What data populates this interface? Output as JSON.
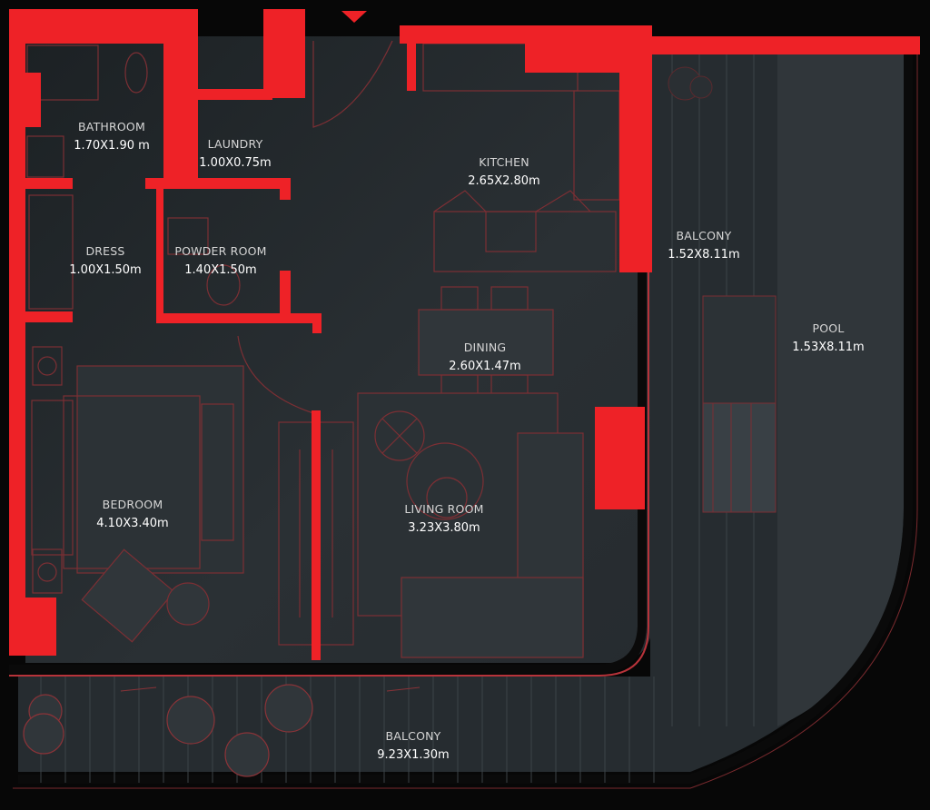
{
  "plan": {
    "colors": {
      "wall": "#ee2227",
      "floor": "#23282c",
      "background": "#070707",
      "furniture_line": "#8a3338",
      "text": "#ffffff"
    },
    "entrance_marker": "entrance-triangle",
    "rooms": [
      {
        "id": "bathroom",
        "name": "BATHROOM",
        "dimensions": "1.70X1.90 m"
      },
      {
        "id": "laundry",
        "name": "LAUNDRY",
        "dimensions": "1.00X0.75m"
      },
      {
        "id": "kitchen",
        "name": "KITCHEN",
        "dimensions": "2.65X2.80m"
      },
      {
        "id": "dress",
        "name": "DRESS",
        "dimensions": "1.00X1.50m"
      },
      {
        "id": "powder_room",
        "name": "POWDER ROOM",
        "dimensions": "1.40X1.50m"
      },
      {
        "id": "balcony_side",
        "name": "BALCONY",
        "dimensions": "1.52X8.11m"
      },
      {
        "id": "pool",
        "name": "POOL",
        "dimensions": "1.53X8.11m"
      },
      {
        "id": "dining",
        "name": "DINING",
        "dimensions": "2.60X1.47m"
      },
      {
        "id": "bedroom",
        "name": "BEDROOM",
        "dimensions": "4.10X3.40m"
      },
      {
        "id": "living_room",
        "name": "LIVING ROOM",
        "dimensions": "3.23X3.80m"
      },
      {
        "id": "balcony_front",
        "name": "BALCONY",
        "dimensions": "9.23X1.30m"
      }
    ]
  }
}
